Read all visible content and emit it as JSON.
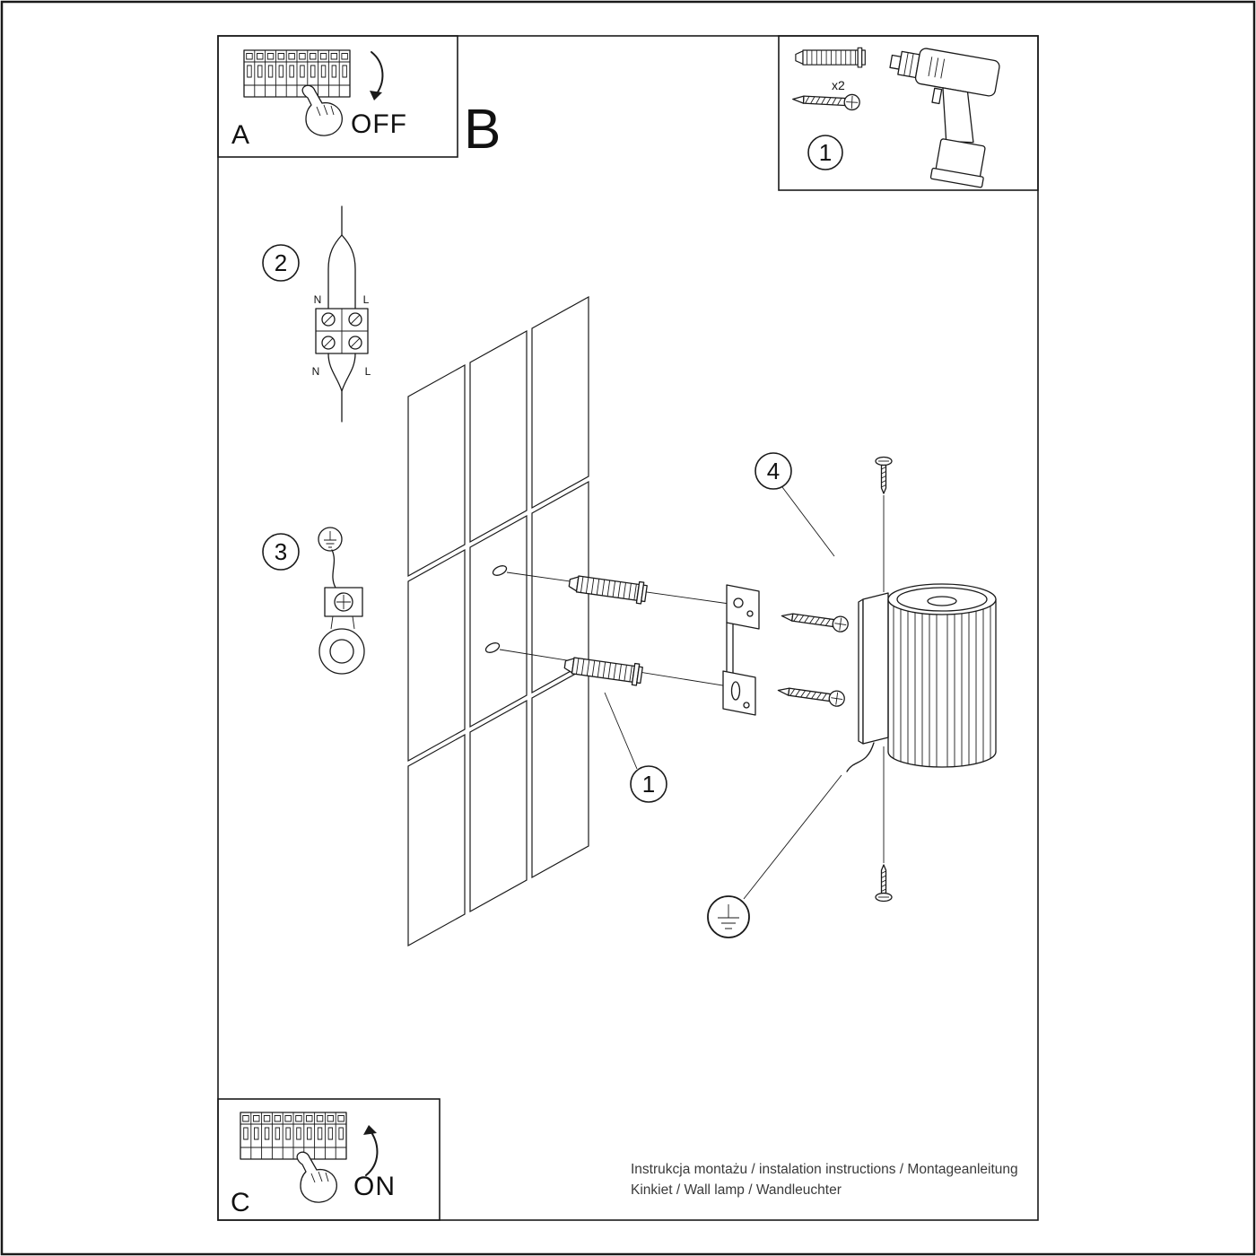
{
  "sections": {
    "panel_a_label": "A",
    "panel_b_label": "B",
    "panel_c_label": "C"
  },
  "breaker": {
    "off_label": "OFF",
    "on_label": "ON"
  },
  "tools": {
    "anchor_count": "x2",
    "step_number": "1"
  },
  "steps": {
    "wiring_step": "2",
    "ground_step": "3",
    "anchor_step": "1",
    "mount_step": "4"
  },
  "wiring": {
    "neutral_top": "N",
    "line_top": "L",
    "neutral_bottom": "N",
    "line_bottom": "L"
  },
  "footer": {
    "line1": "Instrukcja montażu / instalation instructions / Montageanleitung",
    "line2": "Kinkiet / Wall lamp / Wandleuchter"
  }
}
